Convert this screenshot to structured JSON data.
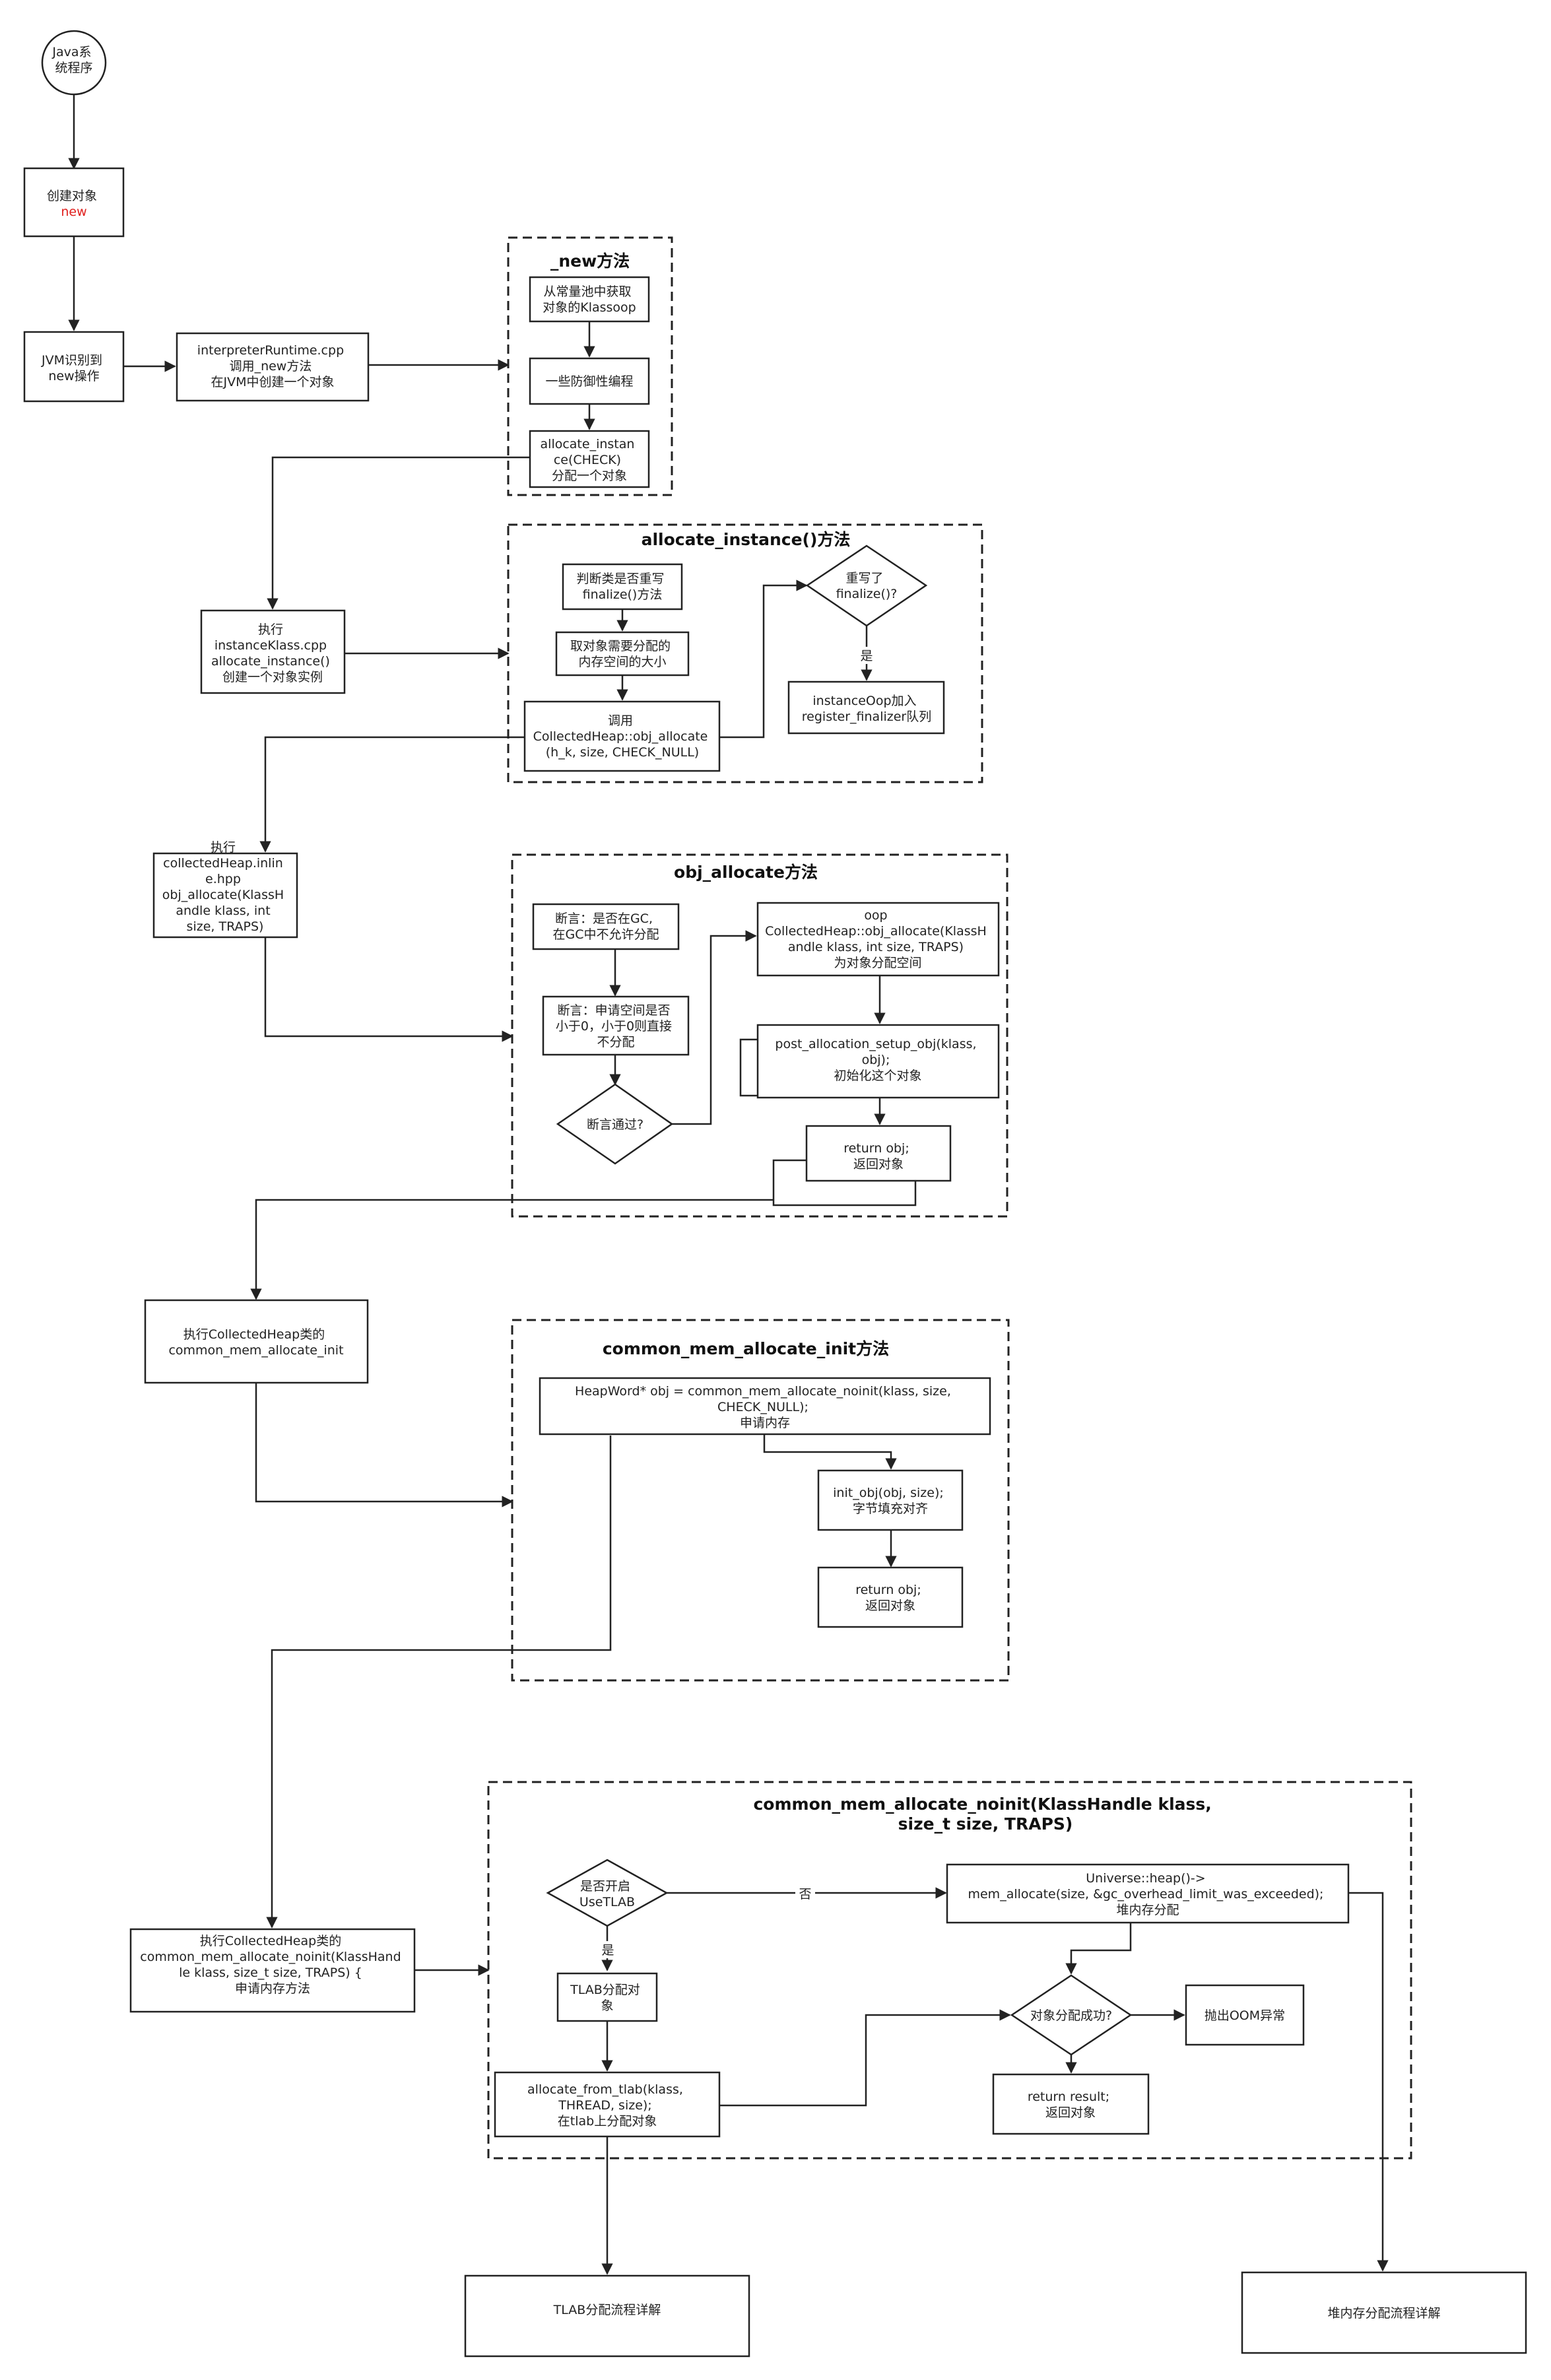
{
  "groups": {
    "new_method": "_new方法",
    "allocate_instance": "allocate_instance()方法",
    "obj_allocate": "obj_allocate方法",
    "common_init": "common_mem_allocate_init方法",
    "common_noinit": [
      "common_mem_allocate_noinit(KlassHandle klass,",
      "size_t size, TRAPS)"
    ]
  },
  "nodes": {
    "start": [
      "Java系",
      "统程序"
    ],
    "create_obj": [
      "创建对象"
    ],
    "create_obj_new": "new",
    "jvm_new": [
      "JVM识别到",
      "new操作"
    ],
    "interp": [
      "interpreterRuntime.cpp",
      "调用_new方法",
      "在JVM中创建一个对象"
    ],
    "klassoop": [
      "从常量池中获取",
      "对象的Klassoop"
    ],
    "defensive": [
      "一些防御性编程"
    ],
    "alloc_check": [
      "allocate_instan",
      "ce(CHECK)",
      "分配一个对象"
    ],
    "instance_klass": [
      "执行",
      "instanceKlass.cpp",
      "allocate_instance()",
      "创建一个对象实例"
    ],
    "finalize_check": [
      "判断类是否重写",
      "finalize()方法"
    ],
    "size_calc": [
      "取对象需要分配的",
      "内存空间的大小"
    ],
    "call_obj_alloc": [
      "调用",
      "CollectedHeap::obj_allocate",
      "(h_k, size, CHECK_NULL)"
    ],
    "rewrite_finalize": [
      "重写了",
      "finalize()?"
    ],
    "register_fin": [
      "instanceOop加入",
      "register_finalizer队列"
    ],
    "yes1": "是",
    "collected_inline": [
      "执行",
      "collectedHeap.inlin",
      "e.hpp",
      "obj_allocate(KlassH",
      "andle klass, int",
      "size, TRAPS)"
    ],
    "assert_gc": [
      "断言：是否在GC,",
      "在GC中不允许分配"
    ],
    "assert_size": [
      "断言：申请空间是否",
      "小于0，小于0则直接",
      "不分配"
    ],
    "assert_pass": [
      "断言通过?"
    ],
    "oop_alloc": [
      "oop",
      "CollectedHeap::obj_allocate(KlassH",
      "andle klass, int size, TRAPS)",
      "为对象分配空间"
    ],
    "post_setup": [
      "post_allocation_setup_obj(klass,",
      "obj);",
      "初始化这个对象"
    ],
    "return_obj_1": [
      "return obj;",
      "返回对象"
    ],
    "exec_common_init": [
      "执行CollectedHeap类的",
      "common_mem_allocate_init"
    ],
    "heapword": [
      "HeapWord* obj = common_mem_allocate_noinit(klass, size,",
      "CHECK_NULL);",
      "申请内存"
    ],
    "init_obj": [
      "init_obj(obj, size);",
      "字节填充对齐"
    ],
    "return_obj_2": [
      "return obj;",
      "返回对象"
    ],
    "exec_noinit": [
      "执行CollectedHeap类的",
      "common_mem_allocate_noinit(KlassHand",
      "le klass, size_t size, TRAPS) {",
      "申请内存方法"
    ],
    "use_tlab": [
      "是否开启",
      "UseTLAB"
    ],
    "no_label": "否",
    "yes2": "是",
    "universe_heap": [
      "Universe::heap()->",
      "mem_allocate(size, &gc_overhead_limit_was_exceeded);",
      "堆内存分配"
    ],
    "tlab_alloc": [
      "TLAB分配对",
      "象"
    ],
    "alloc_success": [
      "对象分配成功?"
    ],
    "oom": [
      "抛出OOM异常"
    ],
    "alloc_from_tlab": [
      "allocate_from_tlab(klass,",
      "THREAD, size);",
      "在tlab上分配对象"
    ],
    "return_result": [
      "return result;",
      "返回对象"
    ],
    "tlab_detail": [
      "TLAB分配流程详解"
    ],
    "heap_detail": [
      "堆内存分配流程详解"
    ]
  }
}
